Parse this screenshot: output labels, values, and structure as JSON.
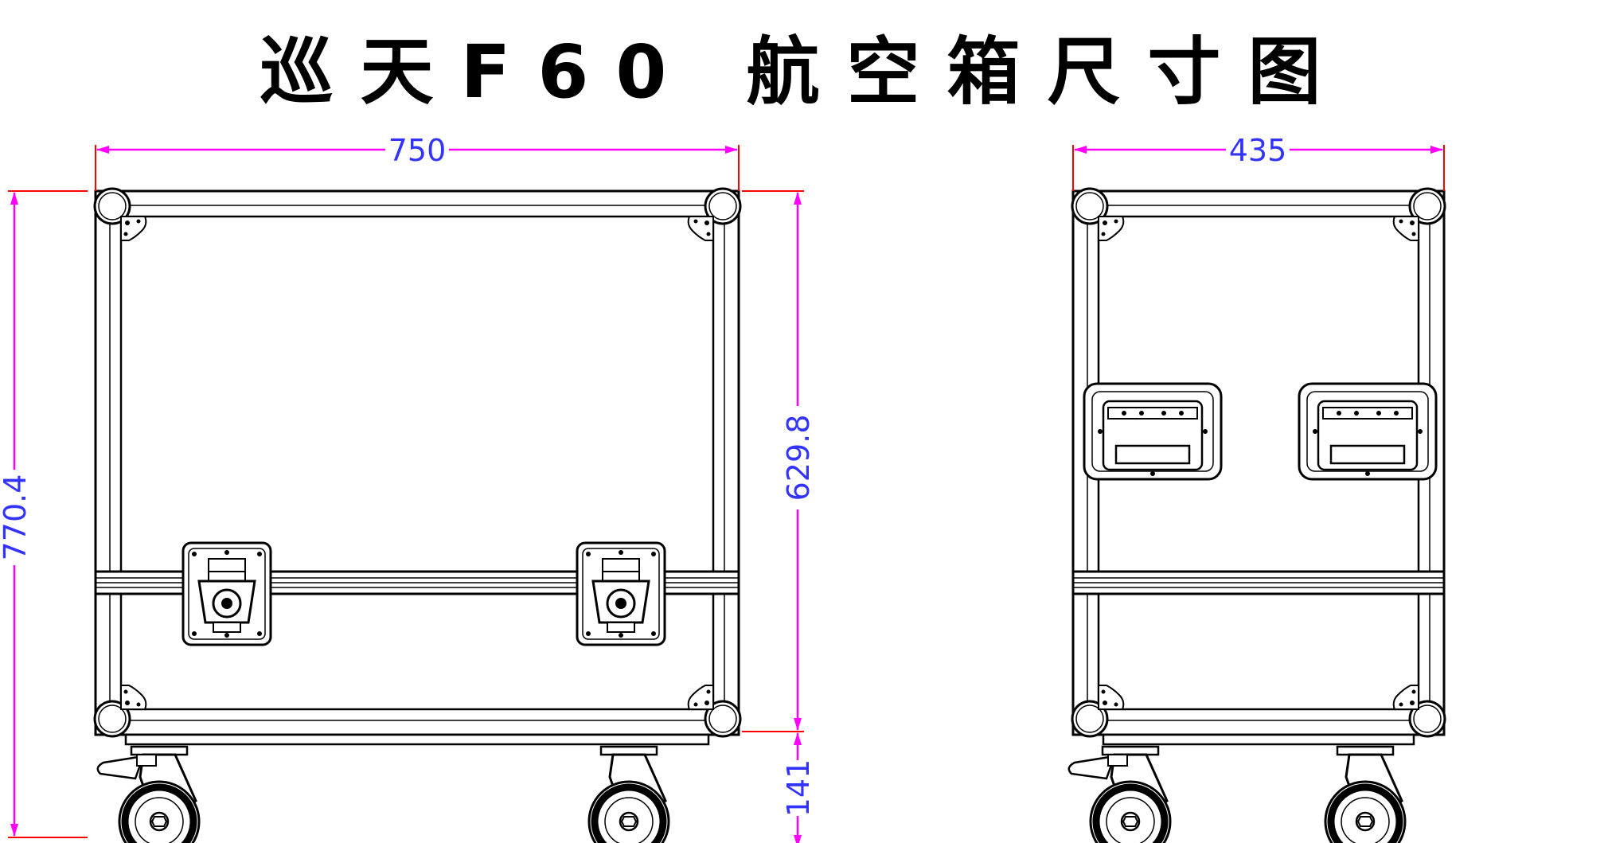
{
  "title": "巡天F60 航空箱尺寸图",
  "dimensions": {
    "front_width": "750",
    "side_width": "435",
    "total_height": "770.4",
    "body_height": "629.8",
    "wheel_height": "141"
  },
  "colors": {
    "dimension_line": "#ff00ff",
    "extension_line": "#ff0000",
    "dimension_text": "#3333ff",
    "drawing_line": "#000000"
  }
}
